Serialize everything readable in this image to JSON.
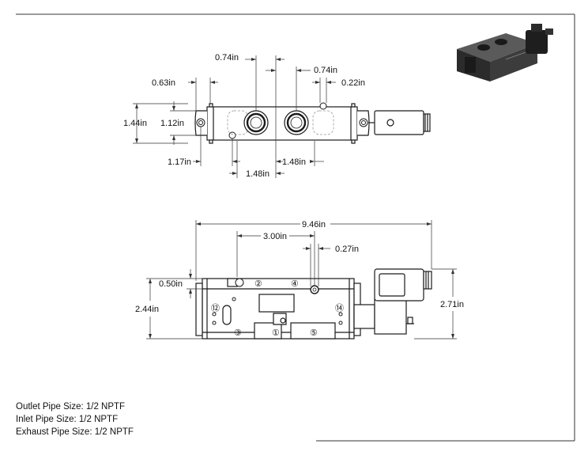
{
  "top_view": {
    "dimensions": {
      "d1": "0.74in",
      "d2": "0.74in",
      "d3": "0.63in",
      "d4": "0.22in",
      "d5": "1.44in",
      "d6": "1.12in",
      "d7": "1.17in",
      "d8": "1.48in",
      "d9": "1.48in"
    }
  },
  "front_view": {
    "dimensions": {
      "overall_length": "9.46in",
      "d1": "3.00in",
      "d2": "0.27in",
      "d3": "0.50in",
      "body_height": "2.44in",
      "overall_height": "2.71in"
    },
    "port_labels": [
      "②",
      "④",
      "⑫",
      "⑭",
      "③",
      "①",
      "⑤"
    ]
  },
  "notes": [
    "Outlet Pipe Size: 1/2 NPTF",
    "Inlet Pipe Size: 1/2 NPTF",
    "Exhaust Pipe Size: 1/2 NPTF"
  ],
  "colors": {
    "line": "#1a1a1a",
    "hidden": "#999999",
    "valve_body": "#2b2b2b",
    "coil": "#1e1e1e"
  }
}
